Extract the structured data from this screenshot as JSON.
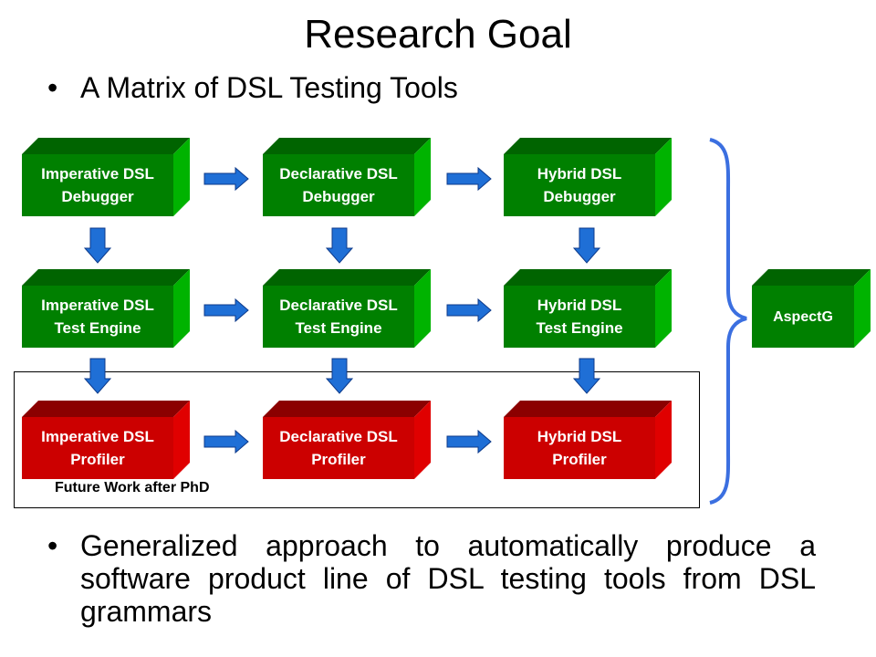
{
  "slide": {
    "title": "Research Goal",
    "bullets": [
      "A Matrix of DSL Testing Tools",
      "Generalized approach to automatically produce a software product line of DSL testing tools from DSL grammars"
    ]
  },
  "diagram": {
    "boxes": [
      {
        "id": "imperative-dsl-debugger",
        "label": "Imperative DSL\nDebugger",
        "color": "green"
      },
      {
        "id": "declarative-dsl-debugger",
        "label": "Declarative DSL\nDebugger",
        "color": "green"
      },
      {
        "id": "hybrid-dsl-debugger",
        "label": "Hybrid DSL\nDebugger",
        "color": "green"
      },
      {
        "id": "imperative-dsl-test-engine",
        "label": "Imperative DSL\nTest Engine",
        "color": "green"
      },
      {
        "id": "declarative-dsl-test-engine",
        "label": "Declarative DSL\nTest Engine",
        "color": "green"
      },
      {
        "id": "hybrid-dsl-test-engine",
        "label": "Hybrid DSL\nTest Engine",
        "color": "green"
      },
      {
        "id": "imperative-dsl-profiler",
        "label": "Imperative DSL\nProfiler",
        "color": "red"
      },
      {
        "id": "declarative-dsl-profiler",
        "label": "Declarative DSL\nProfiler",
        "color": "red"
      },
      {
        "id": "hybrid-dsl-profiler",
        "label": "Hybrid DSL\nProfiler",
        "color": "red"
      },
      {
        "id": "aspectg",
        "label": "AspectG",
        "color": "green"
      }
    ],
    "future_work_label": "Future Work after PhD",
    "colors": {
      "green_front": "#008000",
      "green_top": "#006400",
      "green_side": "#00b300",
      "red_front": "#cc0000",
      "red_top": "#8b0000",
      "red_side": "#e00000",
      "arrow": "#1f6fd6",
      "brace": "#3b6fe0"
    }
  }
}
